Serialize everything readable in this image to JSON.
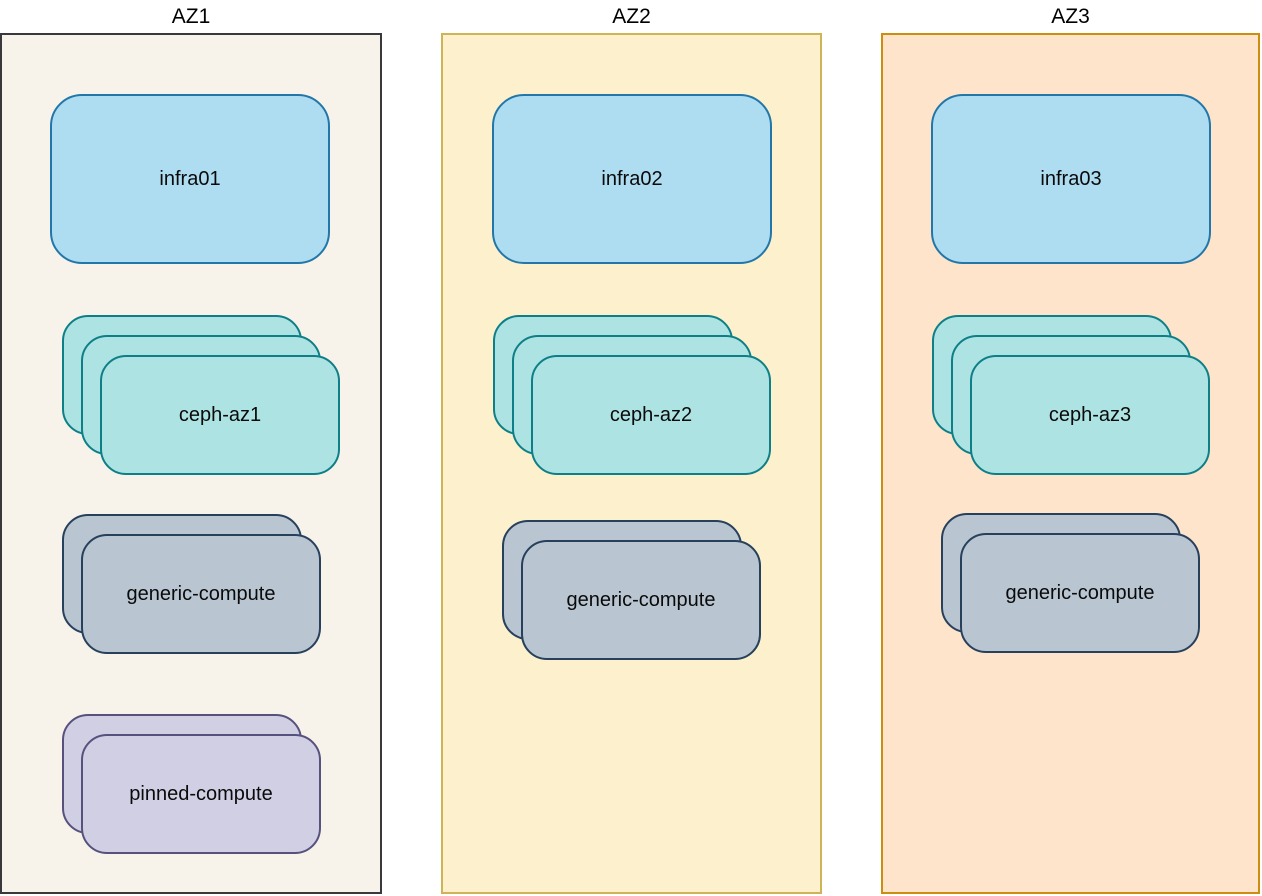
{
  "node_styles": {
    "infra": {
      "fill": "#aeddf2",
      "border": "#2277a8"
    },
    "ceph": {
      "fill": "#aee3e3",
      "border": "#0e7f87"
    },
    "generic": {
      "fill": "#b9c6d2",
      "border": "#27405c"
    },
    "pinned": {
      "fill": "#d1cfe4",
      "border": "#57517e"
    }
  },
  "zones": [
    {
      "title": "AZ1",
      "bg": "#f7f3ea",
      "border": "#38383d",
      "nodes": [
        {
          "label": "infra01",
          "type": "infra",
          "count": 1
        },
        {
          "label": "ceph-az1",
          "type": "ceph",
          "count": 3
        },
        {
          "label": "generic-compute",
          "type": "generic",
          "count": 2
        },
        {
          "label": "pinned-compute",
          "type": "pinned",
          "count": 2
        }
      ]
    },
    {
      "title": "AZ2",
      "bg": "#fdf1cd",
      "border": "#cfb357",
      "nodes": [
        {
          "label": "infra02",
          "type": "infra",
          "count": 1
        },
        {
          "label": "ceph-az2",
          "type": "ceph",
          "count": 3
        },
        {
          "label": "generic-compute",
          "type": "generic",
          "count": 2
        }
      ]
    },
    {
      "title": "AZ3",
      "bg": "#fde4cb",
      "border": "#cc8e0f",
      "nodes": [
        {
          "label": "infra03",
          "type": "infra",
          "count": 1
        },
        {
          "label": "ceph-az3",
          "type": "ceph",
          "count": 3
        },
        {
          "label": "generic-compute",
          "type": "generic",
          "count": 2
        }
      ]
    }
  ]
}
